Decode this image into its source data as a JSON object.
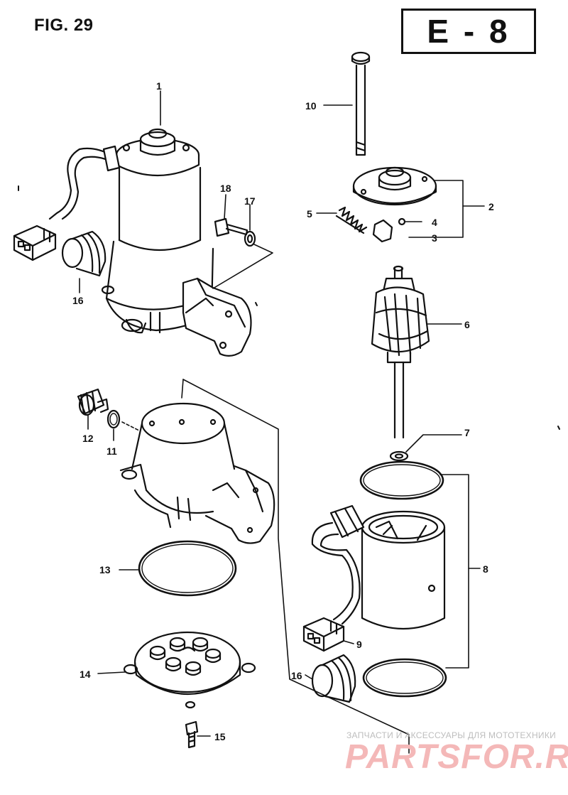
{
  "figure": {
    "title": "FIG. 29",
    "section_code": "E - 8"
  },
  "callouts": [
    {
      "id": "c1",
      "label": "1"
    },
    {
      "id": "c2",
      "label": "2"
    },
    {
      "id": "c3",
      "label": "3"
    },
    {
      "id": "c4",
      "label": "4"
    },
    {
      "id": "c5",
      "label": "5"
    },
    {
      "id": "c6",
      "label": "6"
    },
    {
      "id": "c7",
      "label": "7"
    },
    {
      "id": "c8",
      "label": "8"
    },
    {
      "id": "c9",
      "label": "9"
    },
    {
      "id": "c10",
      "label": "10"
    },
    {
      "id": "c11",
      "label": "11"
    },
    {
      "id": "c12",
      "label": "12"
    },
    {
      "id": "c13",
      "label": "13"
    },
    {
      "id": "c14",
      "label": "14"
    },
    {
      "id": "c15",
      "label": "15"
    },
    {
      "id": "c16a",
      "label": "16"
    },
    {
      "id": "c16b",
      "label": "16"
    },
    {
      "id": "c17",
      "label": "17"
    },
    {
      "id": "c18",
      "label": "18"
    }
  ],
  "watermark": {
    "tagline": "ЗАПЧАСТИ И АКСЕССУАРЫ ДЛЯ МОТОТЕХНИКИ",
    "logo_text": "PARTSFOR.RU",
    "color": "#f4b8b8"
  }
}
